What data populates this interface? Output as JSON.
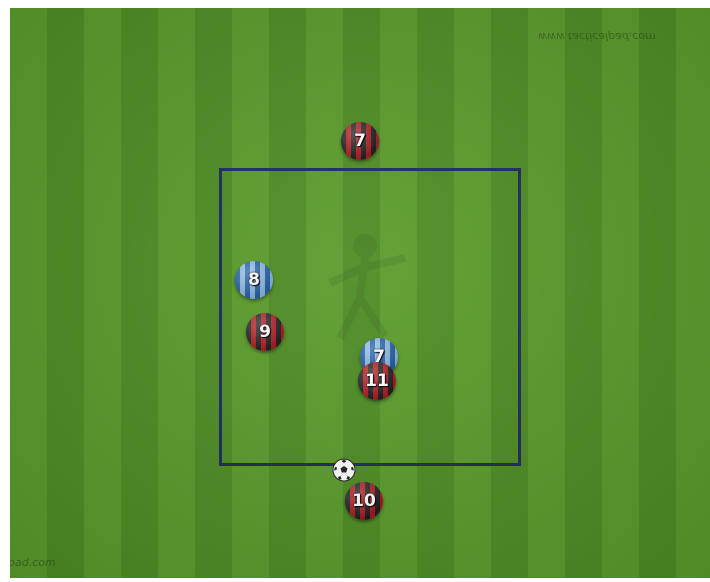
{
  "watermarks": {
    "top": "www.tacticalpad.com",
    "bottom": "pad.com"
  },
  "players": [
    {
      "number": "7",
      "team": "red"
    },
    {
      "number": "8",
      "team": "blue"
    },
    {
      "number": "9",
      "team": "red"
    },
    {
      "number": "7",
      "team": "blue"
    },
    {
      "number": "11",
      "team": "red"
    },
    {
      "number": "10",
      "team": "red"
    }
  ],
  "colors": {
    "pitch_stripe_light": "#5c9c2c",
    "pitch_stripe_dark": "#4f8d24",
    "zone_border": "#1b2b5e",
    "team_red_primary": "#b8141c",
    "team_red_secondary": "#1a1a1a",
    "team_blue_primary": "#1e5fb0",
    "team_blue_secondary": "#8fc0ec"
  },
  "icons": {
    "ball": "soccer-ball-icon"
  }
}
